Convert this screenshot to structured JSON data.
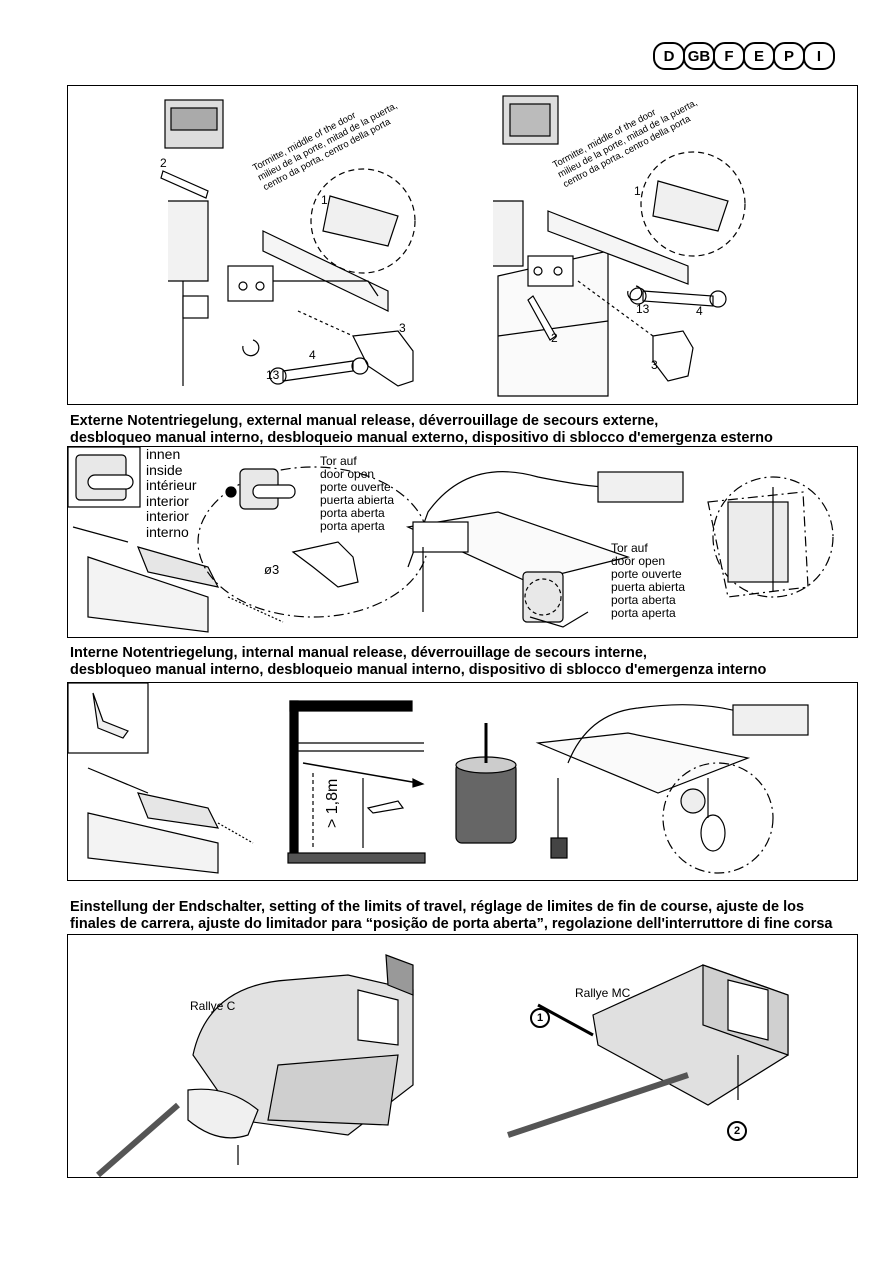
{
  "languages": [
    "D",
    "GB",
    "F",
    "E",
    "P",
    "I"
  ],
  "section1": {
    "center_label_lines": [
      "Tormitte, middle of the door",
      "milieu de la porte, mitad de la puerta,",
      "centro da porta, centro della porta"
    ],
    "left_nums": [
      "2",
      "1",
      "3",
      "4",
      "13"
    ],
    "right_nums": [
      "1",
      "2",
      "3",
      "4",
      "13"
    ]
  },
  "section2": {
    "caption_lines": [
      "Externe Notentriegelung, external manual release, déverrouillage de secours externe,",
      "desbloqueo manual interno, desbloqueio manual externo, dispositivo di sblocco d'emergenza esterno"
    ],
    "inside_labels": [
      "innen",
      "inside",
      "intérieur",
      "interior",
      "interior",
      "interno"
    ],
    "door_open_labels": [
      "Tor auf",
      "door open",
      "porte ouverte",
      "puerta abierta",
      "porta aberta",
      "porta aperta"
    ],
    "door_open_labels_2": [
      "Tor auf",
      "door open",
      "porte ouverte",
      "puerta abierta",
      "porta aberta",
      "porta aperta"
    ],
    "drill_size": "ø3"
  },
  "section3": {
    "caption_lines": [
      "Interne Notentriegelung, internal manual release, déverrouillage de secours interne,",
      "desbloqueo manual interno, desbloqueio manual interno, dispositivo di sblocco d'emergenza interno"
    ],
    "height_label": "> 1,8m"
  },
  "section4": {
    "caption_lines": [
      "Einstellung der Endschalter, setting of the limits of travel, réglage de limites de fin de course, ajuste de los",
      "finales de carrera, ajuste do limitador para “posição de porta aberta”, regolazione dell'interruttore di fine corsa"
    ],
    "model_left": "Rallye C",
    "model_right": "Rallye MC",
    "step1": "1",
    "step2": "2"
  }
}
